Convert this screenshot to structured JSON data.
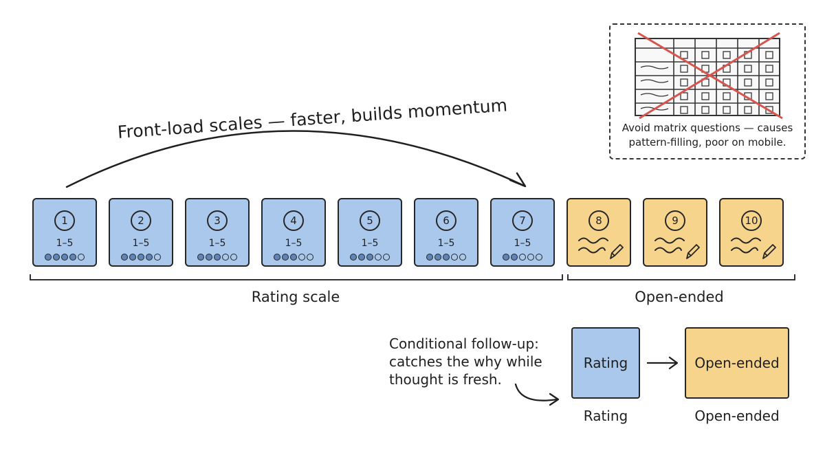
{
  "headline": "Front-load scales — faster, builds momentum",
  "cards": [
    {
      "number": "1",
      "kind": "rating",
      "scale": "1–5",
      "filled": 4
    },
    {
      "number": "2",
      "kind": "rating",
      "scale": "1–5",
      "filled": 4
    },
    {
      "number": "3",
      "kind": "rating",
      "scale": "1–5",
      "filled": 3
    },
    {
      "number": "4",
      "kind": "rating",
      "scale": "1–5",
      "filled": 3
    },
    {
      "number": "5",
      "kind": "rating",
      "scale": "1–5",
      "filled": 3
    },
    {
      "number": "6",
      "kind": "rating",
      "scale": "1–5",
      "filled": 3
    },
    {
      "number": "7",
      "kind": "rating",
      "scale": "1–5",
      "filled": 2
    },
    {
      "number": "8",
      "kind": "open"
    },
    {
      "number": "9",
      "kind": "open"
    },
    {
      "number": "10",
      "kind": "open"
    }
  ],
  "group_labels": {
    "rating": "Rating scale",
    "open": "Open-ended"
  },
  "matrix_note": {
    "line1": "Avoid matrix questions — causes",
    "line2": "pattern-filling, poor on mobile."
  },
  "followup": {
    "note_line1": "Conditional follow-up:",
    "note_line2": "catches the why while",
    "note_line3": "thought is fresh.",
    "rating_box": "Rating",
    "open_box": "Open-ended",
    "rating_caption": "Rating",
    "open_caption": "Open-ended"
  },
  "colors": {
    "rating": "#a9c8ec",
    "open": "#f6d48c",
    "cross": "#d9534f"
  }
}
